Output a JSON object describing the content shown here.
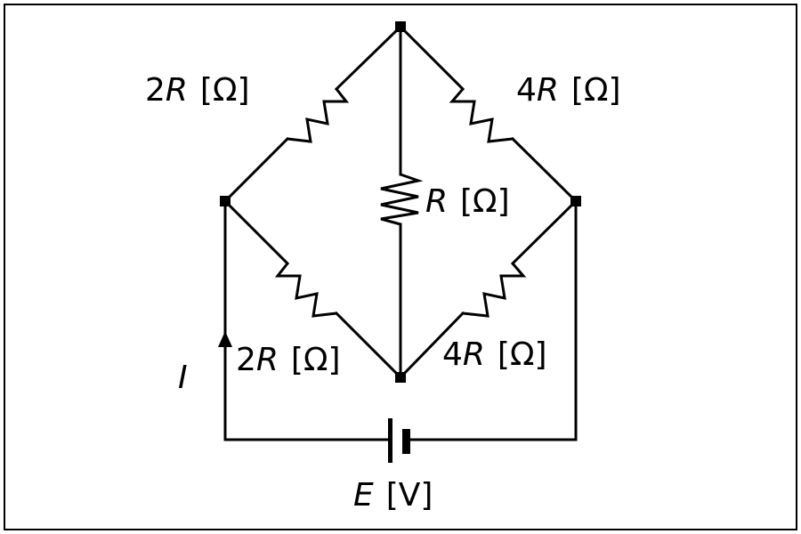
{
  "labels": {
    "r_top_left": {
      "coef": "2",
      "sym": "R",
      "unit": "[Ω]"
    },
    "r_top_right": {
      "coef": "4",
      "sym": "R",
      "unit": "[Ω]"
    },
    "r_middle": {
      "coef": "",
      "sym": "R",
      "unit": "[Ω]"
    },
    "r_bottom_left": {
      "coef": "2",
      "sym": "R",
      "unit": "[Ω]"
    },
    "r_bottom_right": {
      "coef": "4",
      "sym": "R",
      "unit": "[Ω]"
    },
    "current": {
      "sym": "I"
    },
    "emf": {
      "sym": "E",
      "unit": "[V]"
    }
  }
}
